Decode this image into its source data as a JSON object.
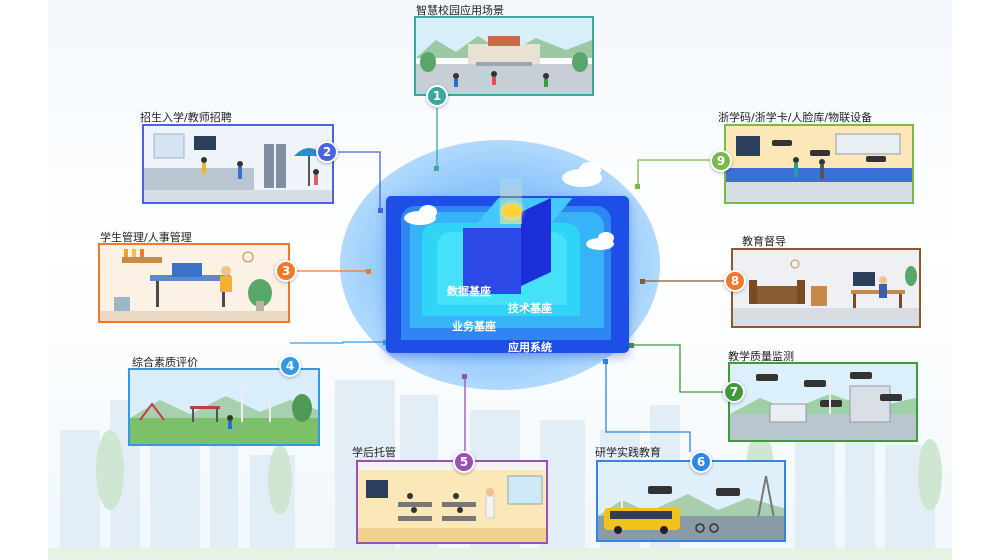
{
  "center": {
    "layers": {
      "data": "数据基座",
      "tech": "技术基座",
      "business": "业务基座",
      "application": "应用系统"
    }
  },
  "scenes": [
    {
      "num": "1",
      "title": "智慧校园应用场景",
      "color": "#3aa7a0",
      "illustration": "campus-scene"
    },
    {
      "num": "2",
      "title": "招生入学/教师招聘",
      "color": "#4a63e0",
      "illustration": "enrollment-office-scene"
    },
    {
      "num": "3",
      "title": "学生管理/人事管理",
      "color": "#f07a2a",
      "illustration": "office-desk-scene"
    },
    {
      "num": "4",
      "title": "综合素质评价",
      "color": "#2f9be8",
      "illustration": "playground-scene"
    },
    {
      "num": "5",
      "title": "学后托管",
      "color": "#9a4fb6",
      "illustration": "classroom-scene"
    },
    {
      "num": "6",
      "title": "研学实践教育",
      "color": "#2f86e6",
      "illustration": "school-bus-scene"
    },
    {
      "num": "7",
      "title": "教学质量监测",
      "color": "#3f9a3a",
      "illustration": "monitoring-scene"
    },
    {
      "num": "8",
      "title": "教育督导",
      "color": "#8a5a30",
      "illustration": "living-room-scene"
    },
    {
      "num": "9",
      "title": "浙学码/浙学卡/人脸库/物联设备",
      "color": "#7ab84a",
      "illustration": "iot-devices-scene"
    }
  ]
}
